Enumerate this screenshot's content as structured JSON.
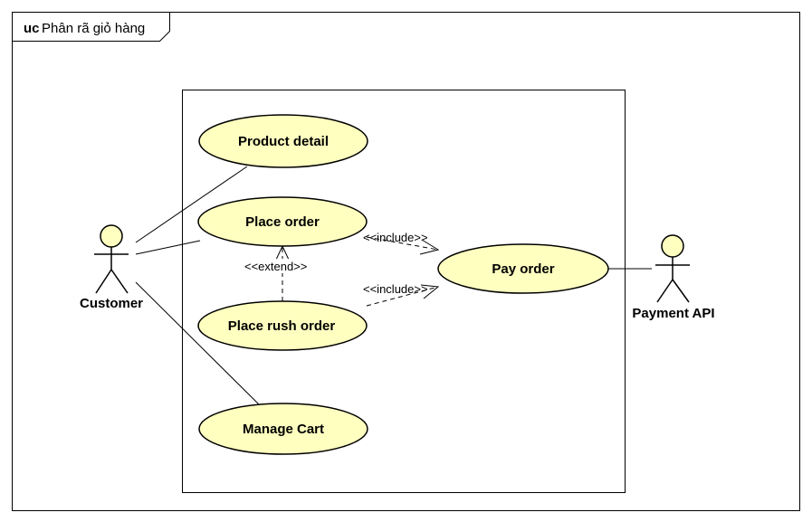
{
  "frame": {
    "keyword": "uc",
    "name": "Phân rã giỏ hàng"
  },
  "actors": {
    "customer": {
      "label": "Customer"
    },
    "payment_api": {
      "label": "Payment API"
    }
  },
  "use_cases": {
    "product_detail": {
      "label": "Product detail"
    },
    "place_order": {
      "label": "Place order"
    },
    "place_rush_order": {
      "label": "Place rush order"
    },
    "manage_cart": {
      "label": "Manage Cart"
    },
    "pay_order": {
      "label": "Pay order"
    }
  },
  "relations": {
    "include_place_order": "<<include>>",
    "include_rush_order": "<<include>>",
    "extend_rush_order": "<<extend>>"
  },
  "colors": {
    "use_case_fill": "#FFFFC0",
    "stroke": "#000000",
    "background": "#FFFFFF"
  }
}
